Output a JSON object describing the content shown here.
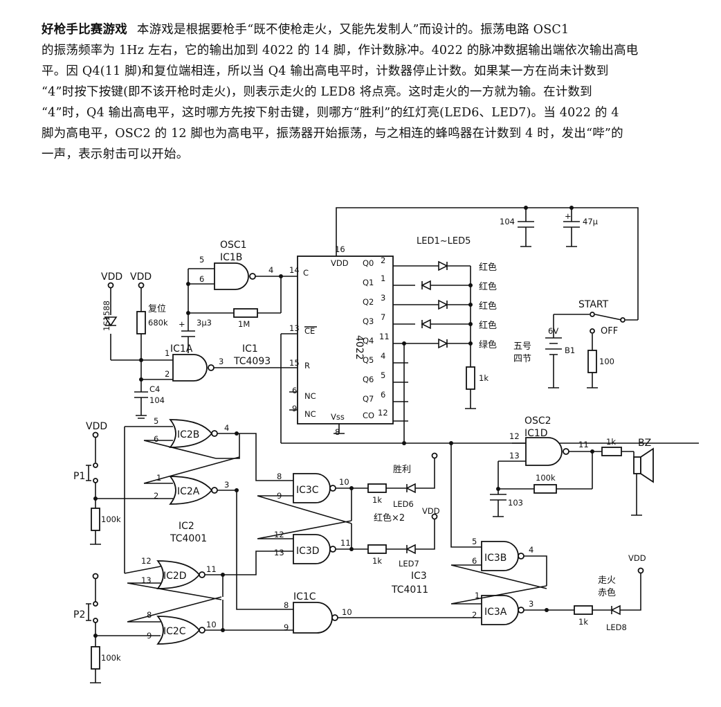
{
  "description": {
    "title": "好枪手比赛游戏",
    "lines": [
      "本游戏是根据要枪手“既不使枪走火，又能先发制人”而设计的。振荡电路 OSC1",
      "的振荡频率为 1Hz 左右，它的输出加到 4022 的 14 脚，作计数脉冲。4022 的脉冲数据输出端依次输出高电",
      "平。因 Q4(11 脚)和复位端相连，所以当 Q4 输出高电平时，计数器停止计数。如果某一方在尚未计数到",
      "“4”时按下按键(即不该开枪时走火)，则表示走火的 LED8 将点亮。这时走火的一方就为输。在计数到",
      "“4”时，Q4 输出高电平，这时哪方先按下射击键，则哪方“胜利”的红灯亮(LED6、LED7)。当 4022 的 4",
      "脚为高电平，OSC2 的 12 脚也为高电平，振荡器开始振荡，与之相连的蜂鸣器在计数到 4 时，发出“哔”的",
      "一声，表示射击可以开始。"
    ]
  },
  "circuit": {
    "osc1": "OSC1",
    "ic1b": "IC1B",
    "ic1a": "IC1A",
    "ic1_name": "IC1",
    "ic1_model": "TC4093",
    "vdd": "VDD",
    "diode": "1S1588",
    "reset_label": "复位",
    "r_680k": "680k",
    "c_3u3": "3μ3",
    "r_1m": "1M",
    "c4": "C4",
    "c4_val": "104",
    "ic4022": "4022",
    "pins_left": [
      "C",
      "CE",
      "R",
      "NC",
      "NC"
    ],
    "pins_right": [
      "Q0",
      "Q1",
      "Q2",
      "Q3",
      "Q4",
      "Q5",
      "Q6",
      "Q7",
      "CO"
    ],
    "pin_vdd": "VDD",
    "pin_vss": "Vss",
    "led1_5": "LED1~LED5",
    "led_colors": [
      "红色",
      "红色",
      "红色",
      "红色",
      "绿色"
    ],
    "r_1k": "1k",
    "c_104": "104",
    "c_47u": "47μ",
    "start": "START",
    "off": "OFF",
    "v6": "6V",
    "battery_desc_1": "五号",
    "battery_desc_2": "四节",
    "b1": "B1",
    "r_100": "100",
    "osc2": "OSC2",
    "ic1d": "IC1D",
    "r_100k": "100k",
    "c_103": "103",
    "bz": "BZ",
    "ic2b": "IC2B",
    "ic2a": "IC2A",
    "ic2d": "IC2D",
    "ic2c": "IC2C",
    "ic2_name": "IC2",
    "ic2_model": "TC4001",
    "ic3c": "IC3C",
    "ic3d": "IC3D",
    "ic3b": "IC3B",
    "ic3a": "IC3A",
    "ic1c": "IC1C",
    "ic3_name": "IC3",
    "ic3_model": "TC4011",
    "p1": "P1",
    "p2": "P2",
    "win": "胜利",
    "led6": "LED6",
    "led7": "LED7",
    "red_x2": "红色×2",
    "misfire_1": "走火",
    "misfire_2": "赤色",
    "led8": "LED8"
  }
}
